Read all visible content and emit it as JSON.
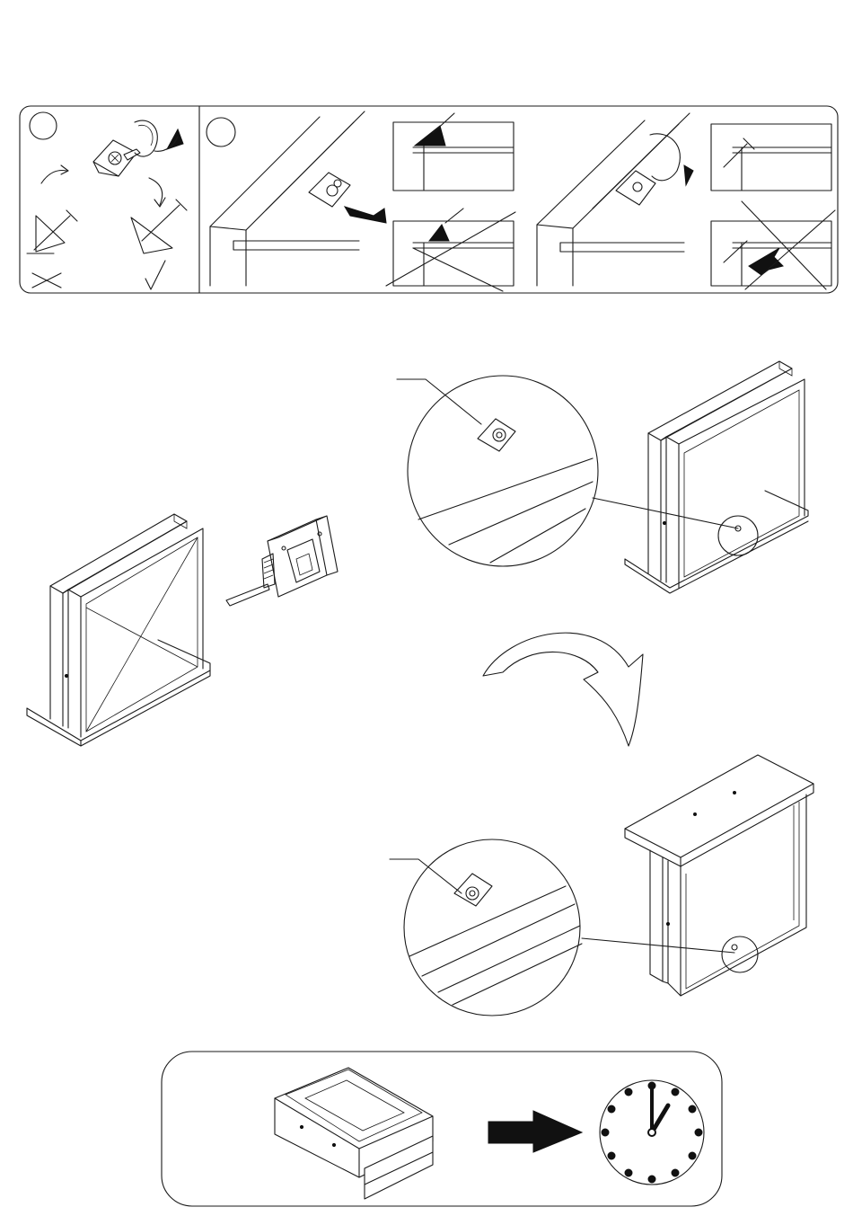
{
  "page": {
    "kind": "assembly-instruction-sheet",
    "accent": "#000000",
    "background": "#ffffff"
  },
  "top_panel": {
    "step_markers": [
      {
        "name": "step-marker-1",
        "label": ""
      },
      {
        "name": "step-marker-2",
        "label": ""
      }
    ],
    "icons": [
      "corner-bracket-icon",
      "screwdriver-rotation-icon",
      "screw-icon",
      "wrong-cross-icon",
      "correct-check-icon",
      "push-arrow-icon"
    ]
  },
  "middle": {
    "icons": [
      "cabinet-frame-icon",
      "tape-measure-icon",
      "magnifier-detail-icon",
      "flip-over-arrow-icon"
    ]
  },
  "bottom_panel": {
    "icons": [
      "drawer-icon",
      "right-arrow-icon",
      "clock-icon"
    ],
    "clock": {
      "hour": 1,
      "minute": 0
    }
  }
}
